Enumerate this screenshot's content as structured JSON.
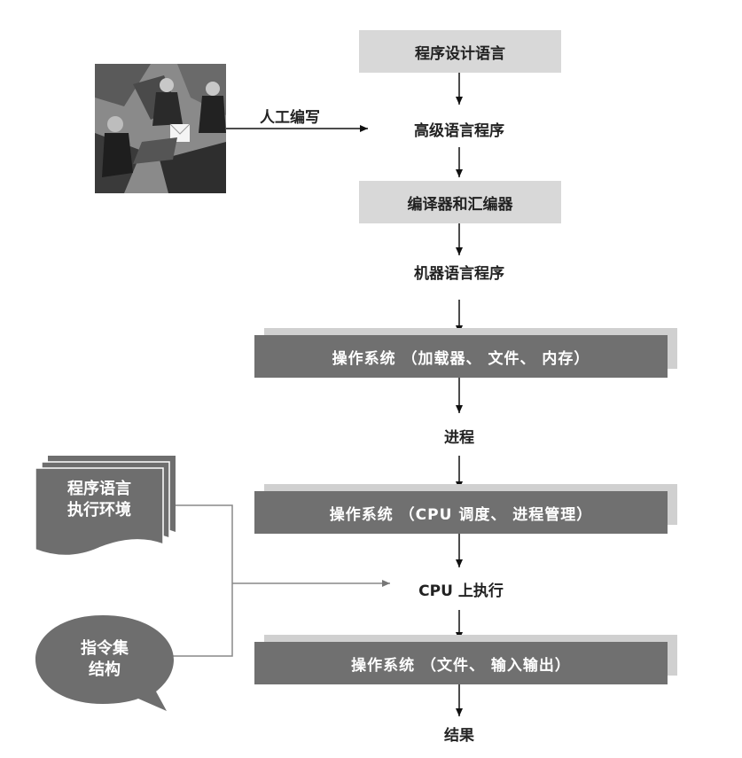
{
  "flow": {
    "step1": "程序设计语言",
    "manual_label": "人工编写",
    "step2": "高级语言程序",
    "step3": "编译器和汇编器",
    "step4": "机器语言程序",
    "os1": "操作系统 （加载器、 文件、 内存）",
    "step5": "进程",
    "os2": "操作系统 （CPU 调度、 进程管理）",
    "step6": "CPU 上执行",
    "os3": "操作系统 （文件、 输入输出）",
    "result": "结果"
  },
  "side": {
    "doc_line1": "程序语言",
    "doc_line2": "执行环境",
    "bubble_line1": "指令集",
    "bubble_line2": "结构"
  }
}
